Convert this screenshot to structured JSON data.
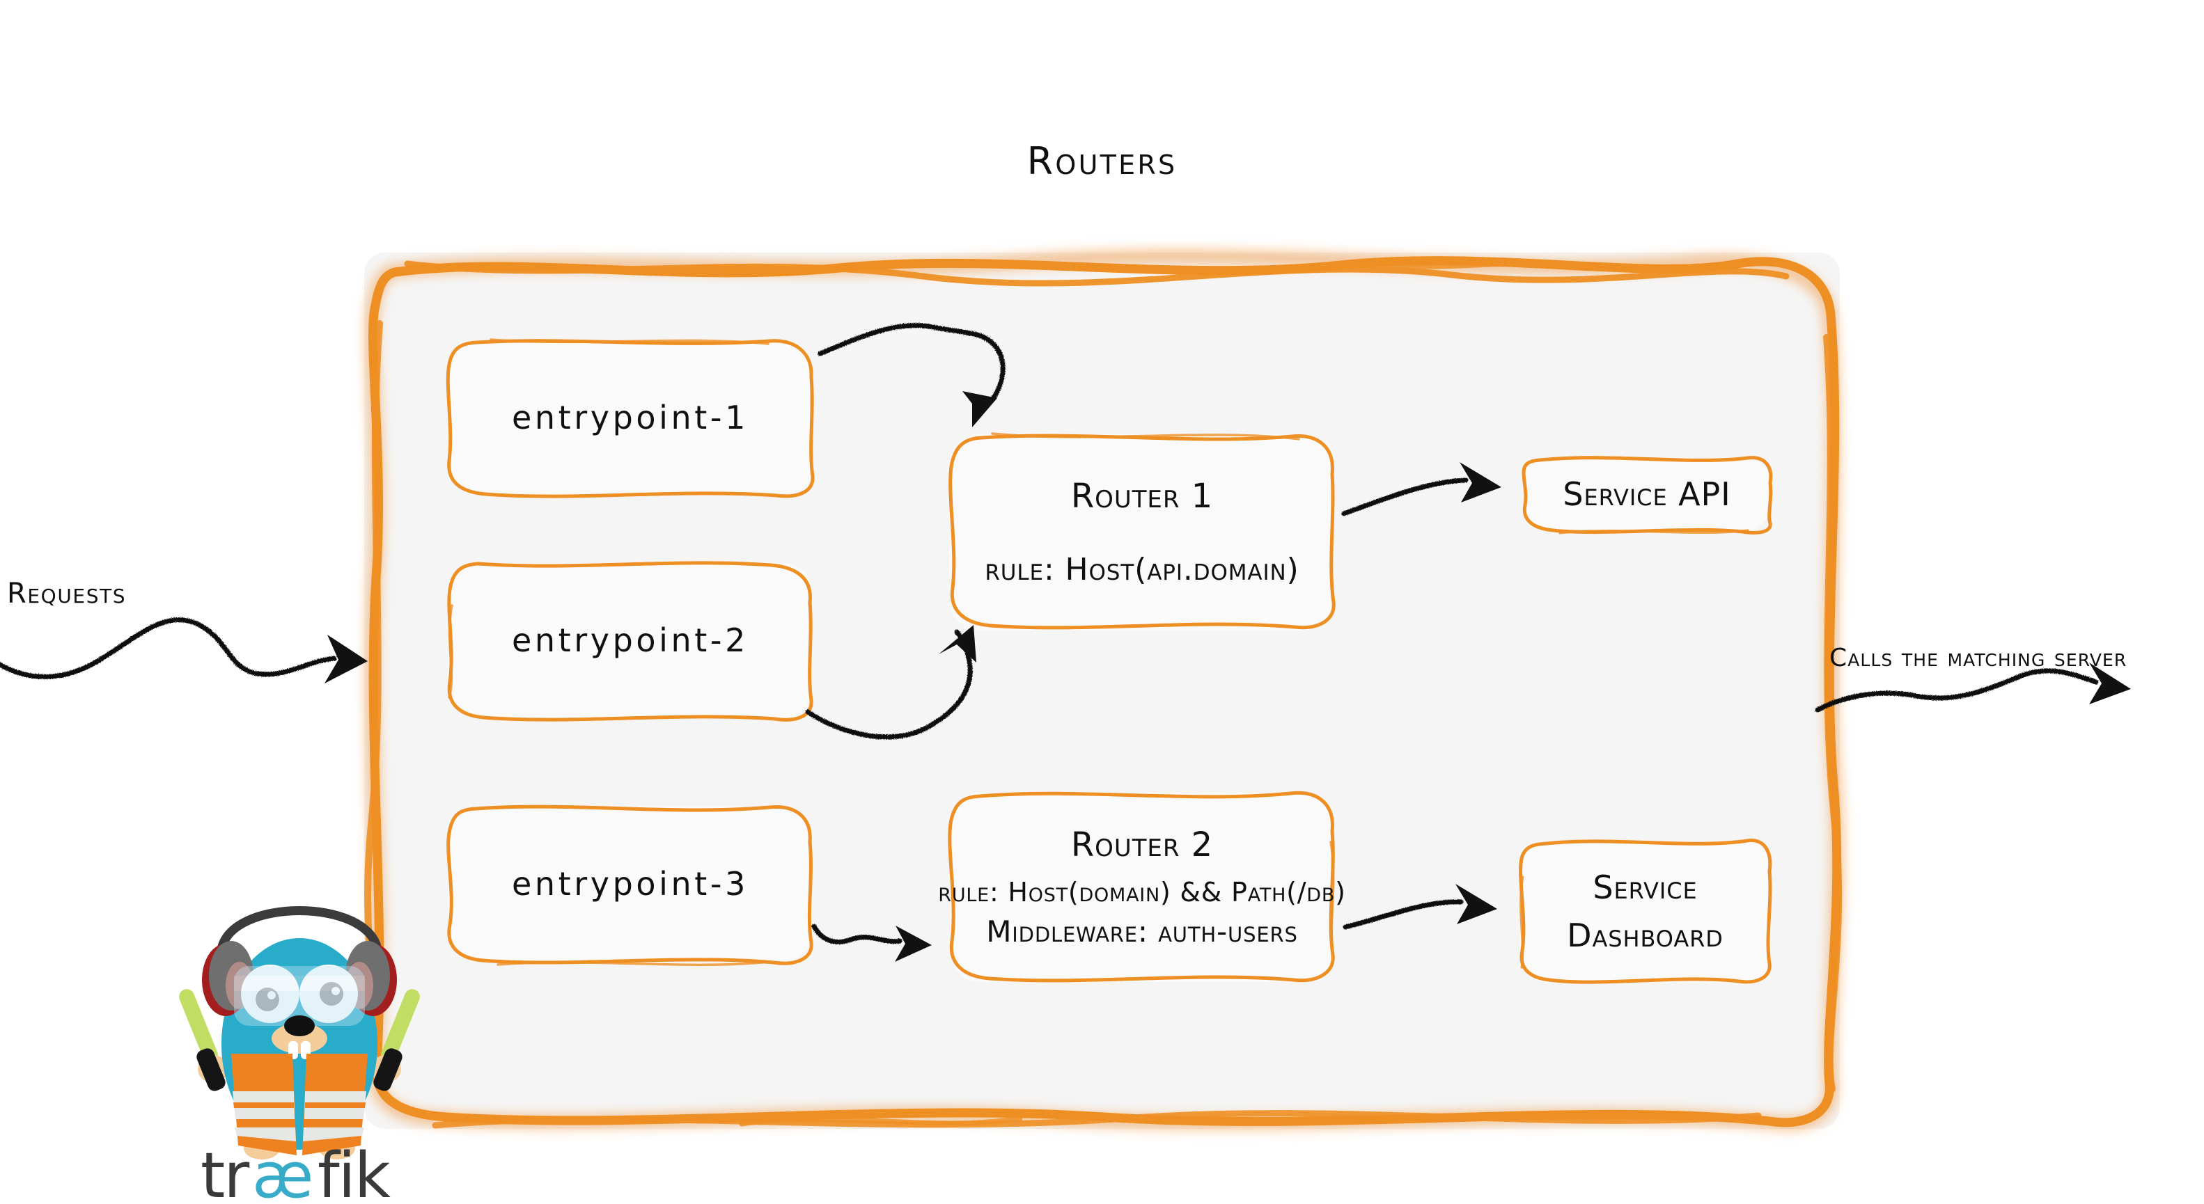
{
  "diagram": {
    "title": "Routers",
    "panel_label": "Routers",
    "accent_color": "#ee8f23",
    "panel_fill": "#f5f5f5",
    "ink_color": "#101010"
  },
  "entrypoints": [
    {
      "id": "entrypoint-1",
      "label": "entrypoint-1"
    },
    {
      "id": "entrypoint-2",
      "label": "entrypoint-2"
    },
    {
      "id": "entrypoint-3",
      "label": "entrypoint-3"
    }
  ],
  "routers": [
    {
      "id": "router-1",
      "title": "Router 1",
      "rule": "rule: Host(api.domain)"
    },
    {
      "id": "router-2",
      "title": "Router 2",
      "rule": "rule: Host(domain) && Path(/db)",
      "middleware": "Middleware: auth-users"
    }
  ],
  "services": [
    {
      "id": "service-api",
      "label": "Service API"
    },
    {
      "id": "service-dashboard",
      "label_line1": "Service",
      "label_line2": "Dashboard"
    }
  ],
  "flow_labels": {
    "incoming": "Requests",
    "outgoing": "Calls the matching server"
  },
  "logo": {
    "wordmark_pre": "tr",
    "wordmark_ae": "æ",
    "wordmark_post": "fik",
    "wordmark_color": "#3a3a3a",
    "accent_color": "#37abc8",
    "body_color": "#29abca",
    "vest_color": "#ef8220",
    "glowstick_color": "#c2dd63"
  }
}
